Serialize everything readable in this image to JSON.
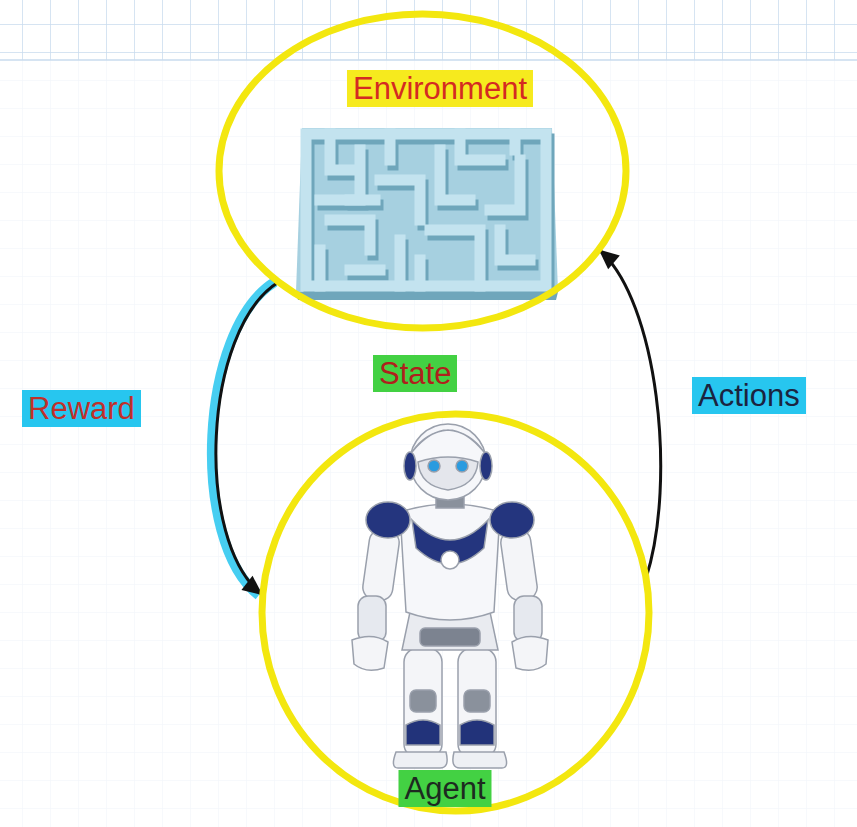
{
  "diagram": {
    "nodes": [
      {
        "text": [
          "Environment"
        ]
      },
      {
        "text": [
          "Agent"
        ]
      }
    ],
    "edges": [
      {
        "from": 0,
        "to": 1,
        "arrow": "to",
        "label": "Reward"
      },
      {
        "from": 1,
        "to": 0,
        "arrow": "to",
        "label": "Actions"
      }
    ],
    "labels": [
      "State"
    ]
  }
}
